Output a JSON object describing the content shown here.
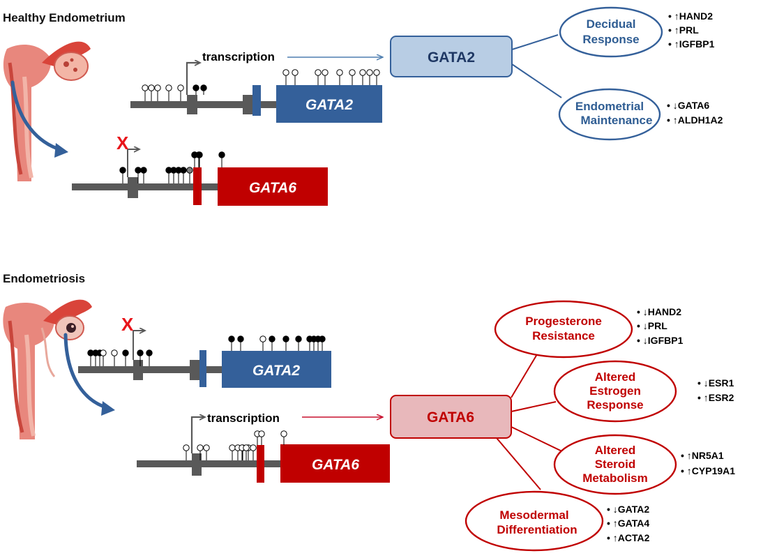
{
  "colors": {
    "blue": "#34609a",
    "blue_light": "#b8cde4",
    "red": "#c00000",
    "red_light": "#e8b8bb",
    "grey": "#595959",
    "arrow_red": "#c8102e",
    "arrow_blue": "#4f7fb0",
    "x_red": "#e8141a"
  },
  "sections": {
    "healthy": {
      "title": "Healthy Endometrium",
      "transcription_label": "transcription",
      "silenced_mark": "X",
      "gene_active": "GATA2",
      "gene_silenced": "GATA6",
      "protein": "GATA2",
      "effects": [
        {
          "title_lines": [
            "Decidual",
            "Response"
          ],
          "targets": [
            "• ↑HAND2",
            "• ↑PRL",
            "• ↑IGFBP1"
          ]
        },
        {
          "title_lines": [
            "Endometrial",
            "Maintenance"
          ],
          "targets": [
            "• ↓GATA6",
            "• ↑ALDH1A2"
          ]
        }
      ]
    },
    "endometriosis": {
      "title": "Endometriosis",
      "transcription_label": "transcription",
      "silenced_mark": "X",
      "gene_silenced": "GATA2",
      "gene_active": "GATA6",
      "protein": "GATA6",
      "effects": [
        {
          "title_lines": [
            "Progesterone",
            "Resistance"
          ],
          "targets": [
            "• ↓HAND2",
            "• ↓PRL",
            "• ↓IGFBP1"
          ]
        },
        {
          "title_lines": [
            "Altered",
            "Estrogen",
            "Response"
          ],
          "targets": [
            "• ↓ESR1",
            "• ↑ESR2"
          ]
        },
        {
          "title_lines": [
            "Altered",
            "Steroid",
            "Metabolism"
          ],
          "targets": [
            "• ↑NR5A1",
            "• ↑CYP19A1"
          ]
        },
        {
          "title_lines": [
            "Mesodermal",
            "Differentiation"
          ],
          "targets": [
            "• ↓GATA2",
            "• ↑GATA4",
            "• ↑ACTA2"
          ]
        }
      ]
    }
  },
  "methylation_marks": {
    "healthy_gata2_lollipops": [
      "open",
      "open",
      "open",
      "open",
      "open",
      "filled",
      "filled",
      "open",
      "open",
      "open",
      "open",
      "open",
      "open",
      "open",
      "open",
      "open"
    ],
    "healthy_gata6_lollipops": [
      "filled",
      "filled",
      "filled",
      "filled",
      "filled",
      "filled",
      "filled",
      "partial",
      "filled",
      "filled",
      "filled",
      "filled",
      "filled"
    ],
    "endo_gata2_lollipops": [
      "filled",
      "filled",
      "filled",
      "open",
      "open",
      "filled",
      "filled",
      "filled",
      "filled",
      "filled",
      "open",
      "filled",
      "filled",
      "filled",
      "filled",
      "filled",
      "filled",
      "filled"
    ],
    "endo_gata6_lollipops": [
      "open",
      "open",
      "open",
      "open",
      "open",
      "open",
      "open",
      "open",
      "open",
      "open",
      "open",
      "open",
      "open"
    ]
  }
}
